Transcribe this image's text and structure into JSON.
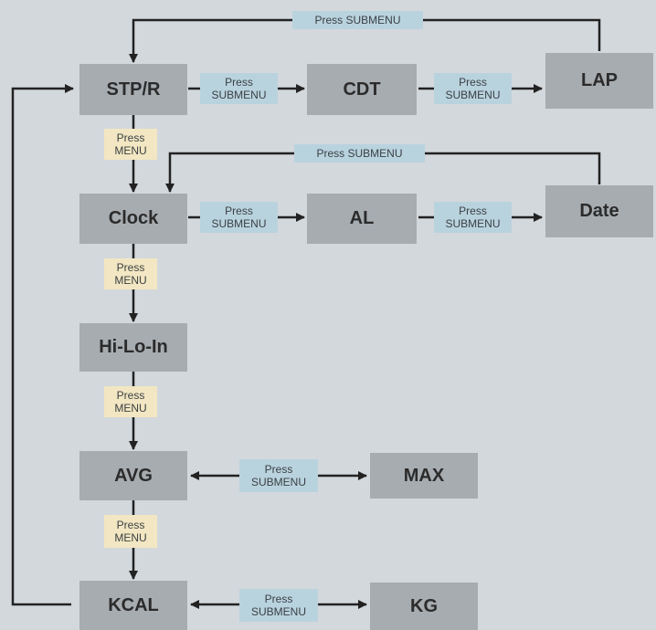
{
  "nodes": {
    "stpr": "STP/R",
    "cdt": "CDT",
    "lap": "LAP",
    "clock": "Clock",
    "al": "AL",
    "date": "Date",
    "hilo": "Hi-Lo-In",
    "avg": "AVG",
    "max": "MAX",
    "kcal": "KCAL",
    "kg": "KG"
  },
  "labels": {
    "press": "Press",
    "submenu": "SUBMENU",
    "menu": "MENU",
    "press_submenu": "Press SUBMENU"
  },
  "colors": {
    "background": "#d3d8dc",
    "node": "#a7acb1",
    "submenu_tag": "#b9d3de",
    "menu_tag": "#f2e7c2",
    "arrow": "#222222"
  }
}
